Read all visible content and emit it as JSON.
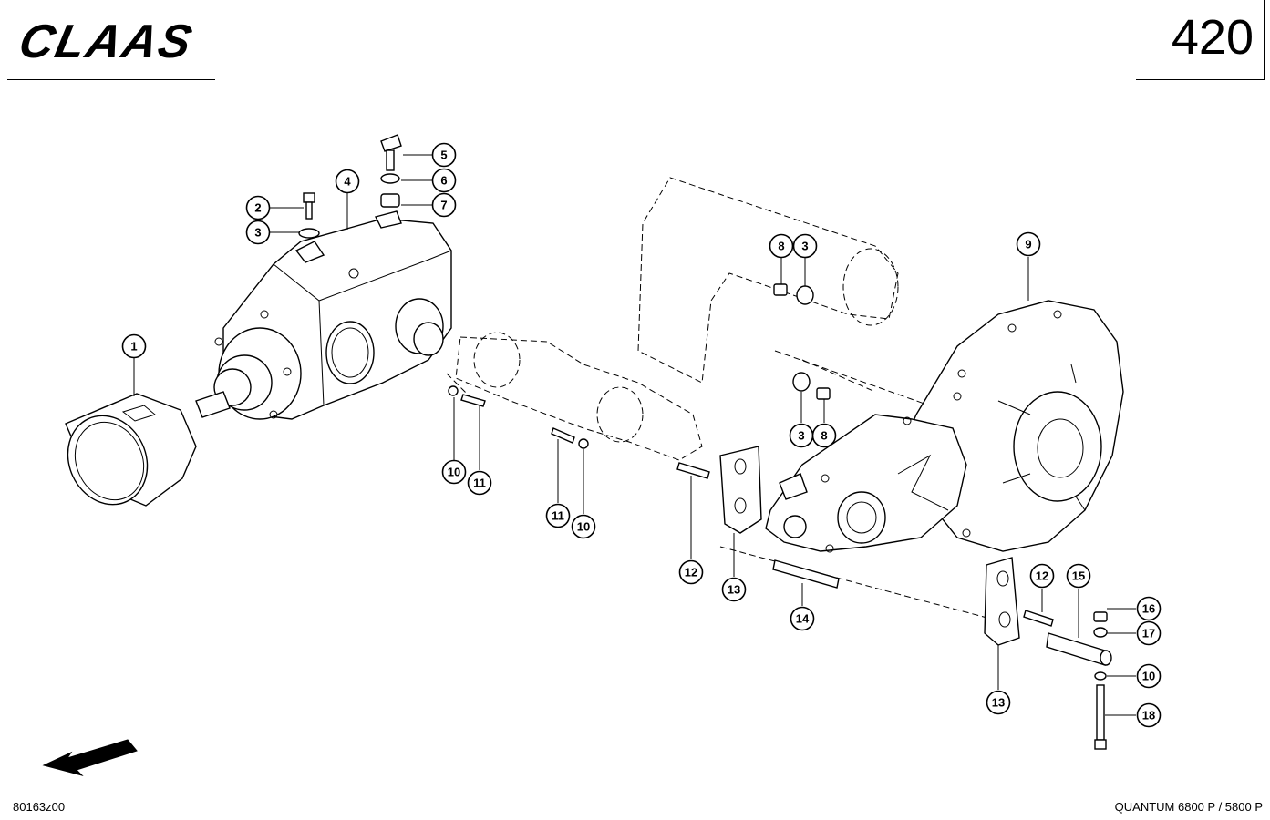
{
  "header": {
    "brand": "CLAAS",
    "page_number": "420"
  },
  "footer": {
    "drawing_code": "80163z00",
    "model": "QUANTUM 6800 P / 5800 P"
  },
  "callouts": [
    "1",
    "2",
    "3",
    "4",
    "5",
    "6",
    "7",
    "3",
    "8",
    "3",
    "8",
    "9",
    "10",
    "11",
    "11",
    "10",
    "12",
    "13",
    "14",
    "12",
    "13",
    "15",
    "16",
    "17",
    "10",
    "18"
  ]
}
